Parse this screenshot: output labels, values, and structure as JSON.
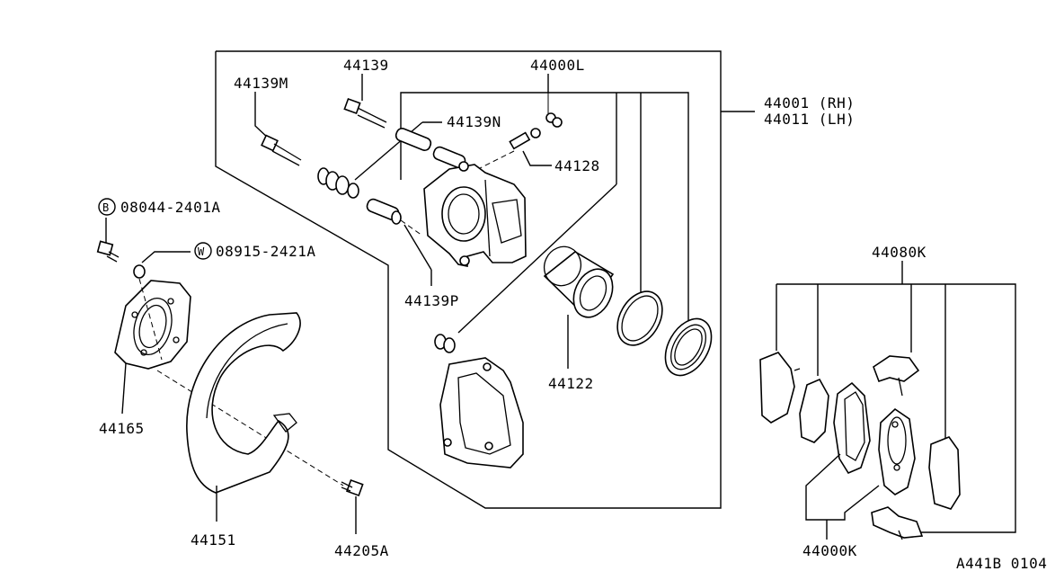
{
  "labels": {
    "p44139": "44139",
    "p44000L": "44000L",
    "p44139M": "44139M",
    "p44139N": "44139N",
    "p44128": "44128",
    "p44001": "44001 (RH)",
    "p44011": "44011 (LH)",
    "p08044_code": "08044-2401A",
    "p08044_mark": "B",
    "p08915_code": "08915-2421A",
    "p08915_mark": "W",
    "p44139P": "44139P",
    "p44080K": "44080K",
    "p44165": "44165",
    "p44122": "44122",
    "p44151": "44151",
    "p44205A": "44205A",
    "p44000K": "44000K",
    "diagram_code": "A441B 0104"
  }
}
